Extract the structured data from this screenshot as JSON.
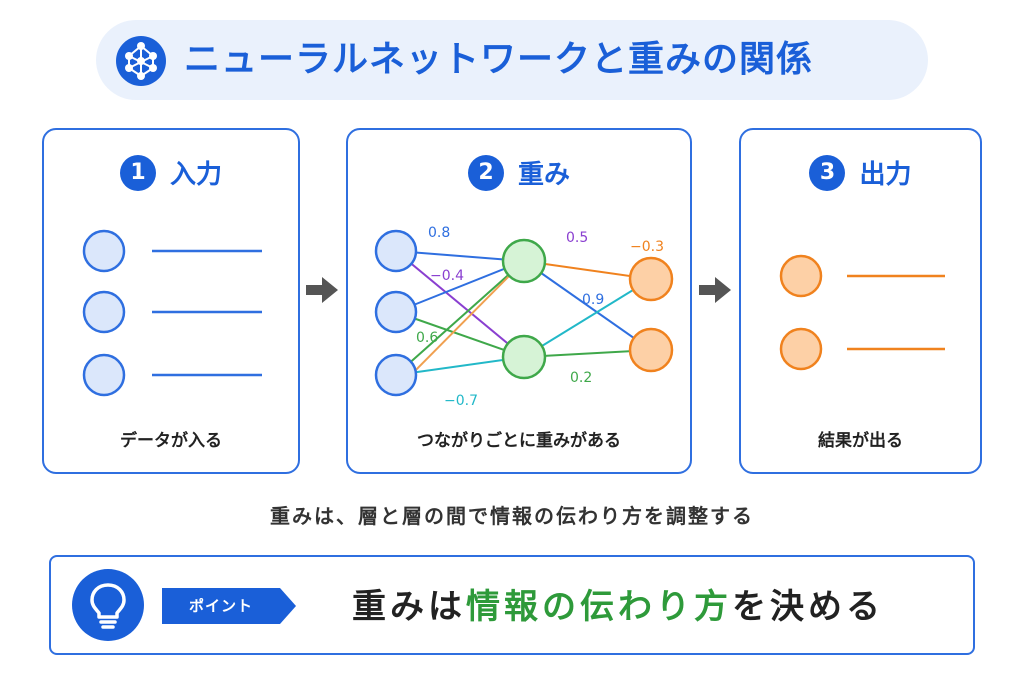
{
  "title": "ニューラルネットワークと重みの関係",
  "steps": [
    {
      "number": "1",
      "label": "入力",
      "caption": "データが入る"
    },
    {
      "number": "2",
      "label": "重み",
      "caption": "つながりごとに重みがある"
    },
    {
      "number": "3",
      "label": "出力",
      "caption": "結果が出る"
    }
  ],
  "weights": {
    "w_in1_h1": "0.8",
    "w_in1_h2": "−0.4",
    "w_in3_h1": "0.6",
    "w_in3_h2": "−0.7",
    "w_h1_o1": "0.5",
    "w_h1_o2": "0.9",
    "w_h2_o1": "0.2",
    "w_out": "−0.3"
  },
  "summary": "重みは、層と層の間で情報の伝わり方を調整する",
  "point": {
    "tag": "ポイント",
    "text_before": "重みは",
    "text_highlight": "情報の伝わり方",
    "text_after": "を決める"
  },
  "colors": {
    "primary": "#1a5fd8",
    "input_node": "#dbe7fb",
    "hidden_node": "#d6f3d6",
    "output_node": "#fdd0a6",
    "blue_line": "#2f6fe0",
    "purple_line": "#8a3fd0",
    "green_line": "#3fa84a",
    "teal_line": "#22b8c8",
    "orange_line": "#f0821e",
    "highlight": "#2e9a3a"
  },
  "icons": [
    "network-icon",
    "arrow-right-icon",
    "lightbulb-icon"
  ]
}
